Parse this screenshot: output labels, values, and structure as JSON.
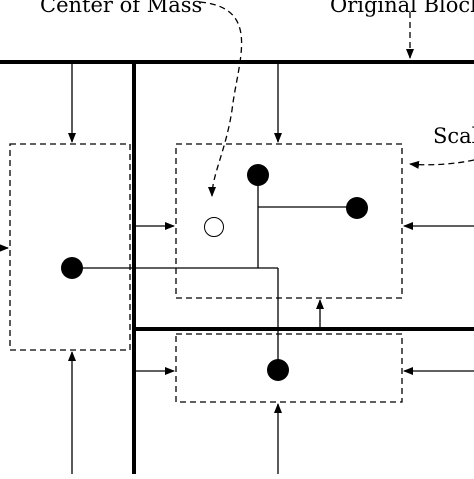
{
  "labels": {
    "center_of_mass": "Center of Mass",
    "original_block": "Original Block",
    "scaled": "Scal"
  },
  "colors": {
    "stroke": "#000000",
    "background": "#ffffff",
    "hollow_point_fill": "#ffffff"
  },
  "point_styles": {
    "dot": "filled-circle",
    "center_of_mass": "hollow-circle"
  },
  "line_styles": {
    "block_boundary": "solid-thick",
    "scaled_region": "dashed",
    "callout_leader": "dashed-curve",
    "force_arrow": "solid-arrow",
    "connector": "solid-thin"
  }
}
